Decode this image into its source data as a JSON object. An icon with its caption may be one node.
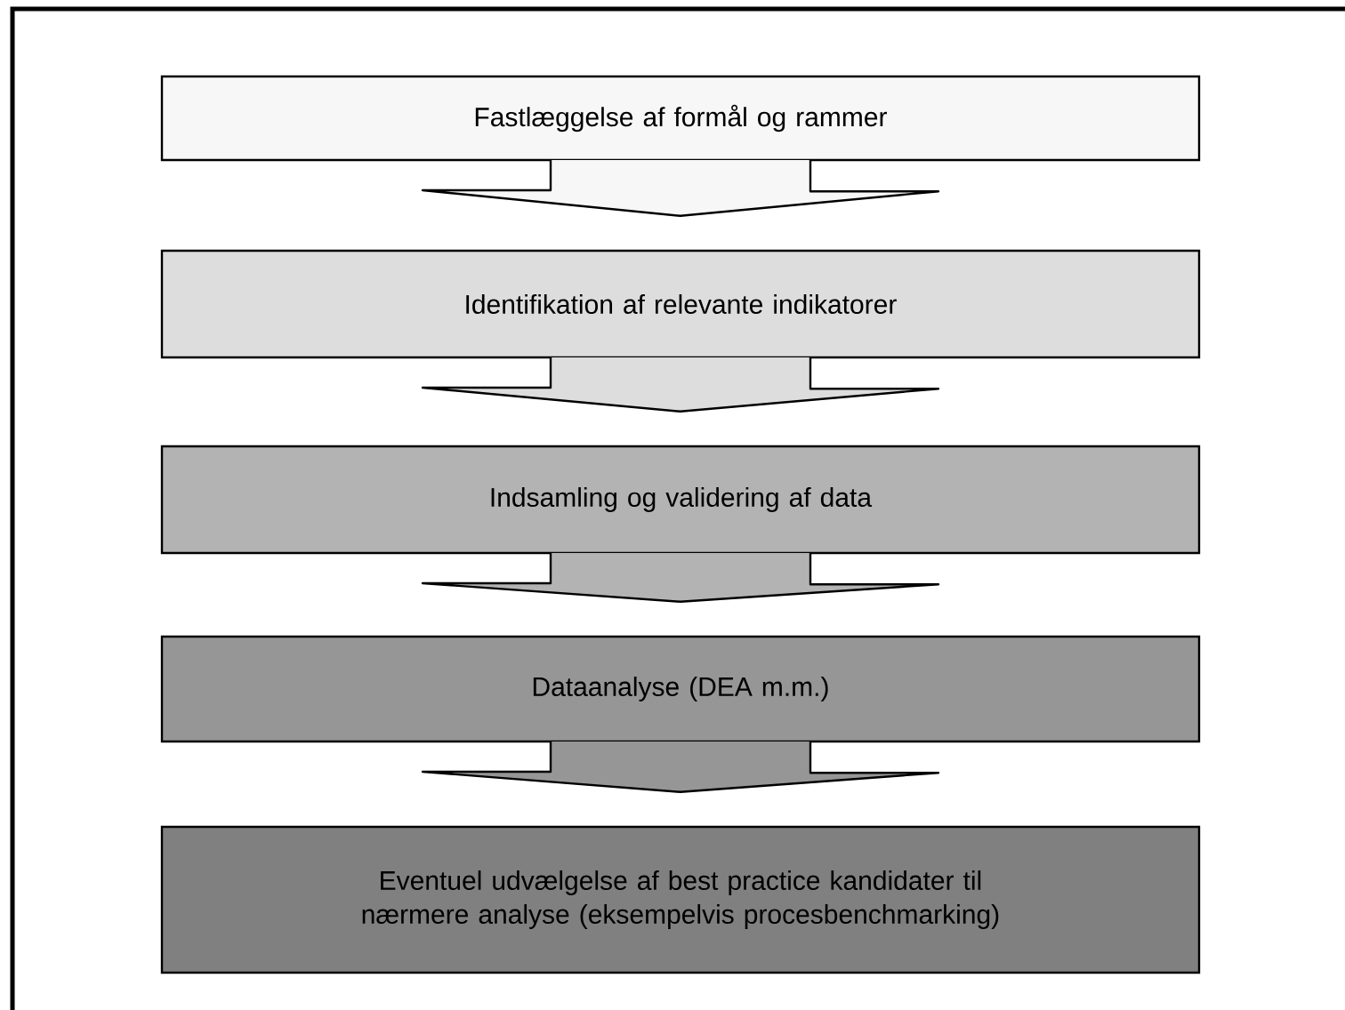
{
  "diagram": {
    "nodes": [
      {
        "text": [
          "Fastlæggelse af formål og rammer"
        ]
      },
      {
        "text": [
          "Identifikation af relevante indikatorer"
        ]
      },
      {
        "text": [
          "Indsamling og validering af data"
        ]
      },
      {
        "text": [
          "Dataanalyse (DEA m.m.)"
        ]
      },
      {
        "text": [
          "Eventuel udvælgelse af best practice kandidater til nærmere analyse (eksempelvis procesbenchmarking)"
        ]
      }
    ],
    "edges": [
      {
        "from": 0,
        "to": 1,
        "arrow": "to"
      },
      {
        "from": 1,
        "to": 2,
        "arrow": "to"
      },
      {
        "from": 2,
        "to": 3,
        "arrow": "to"
      },
      {
        "from": 3,
        "to": 4,
        "arrow": "to"
      }
    ]
  }
}
